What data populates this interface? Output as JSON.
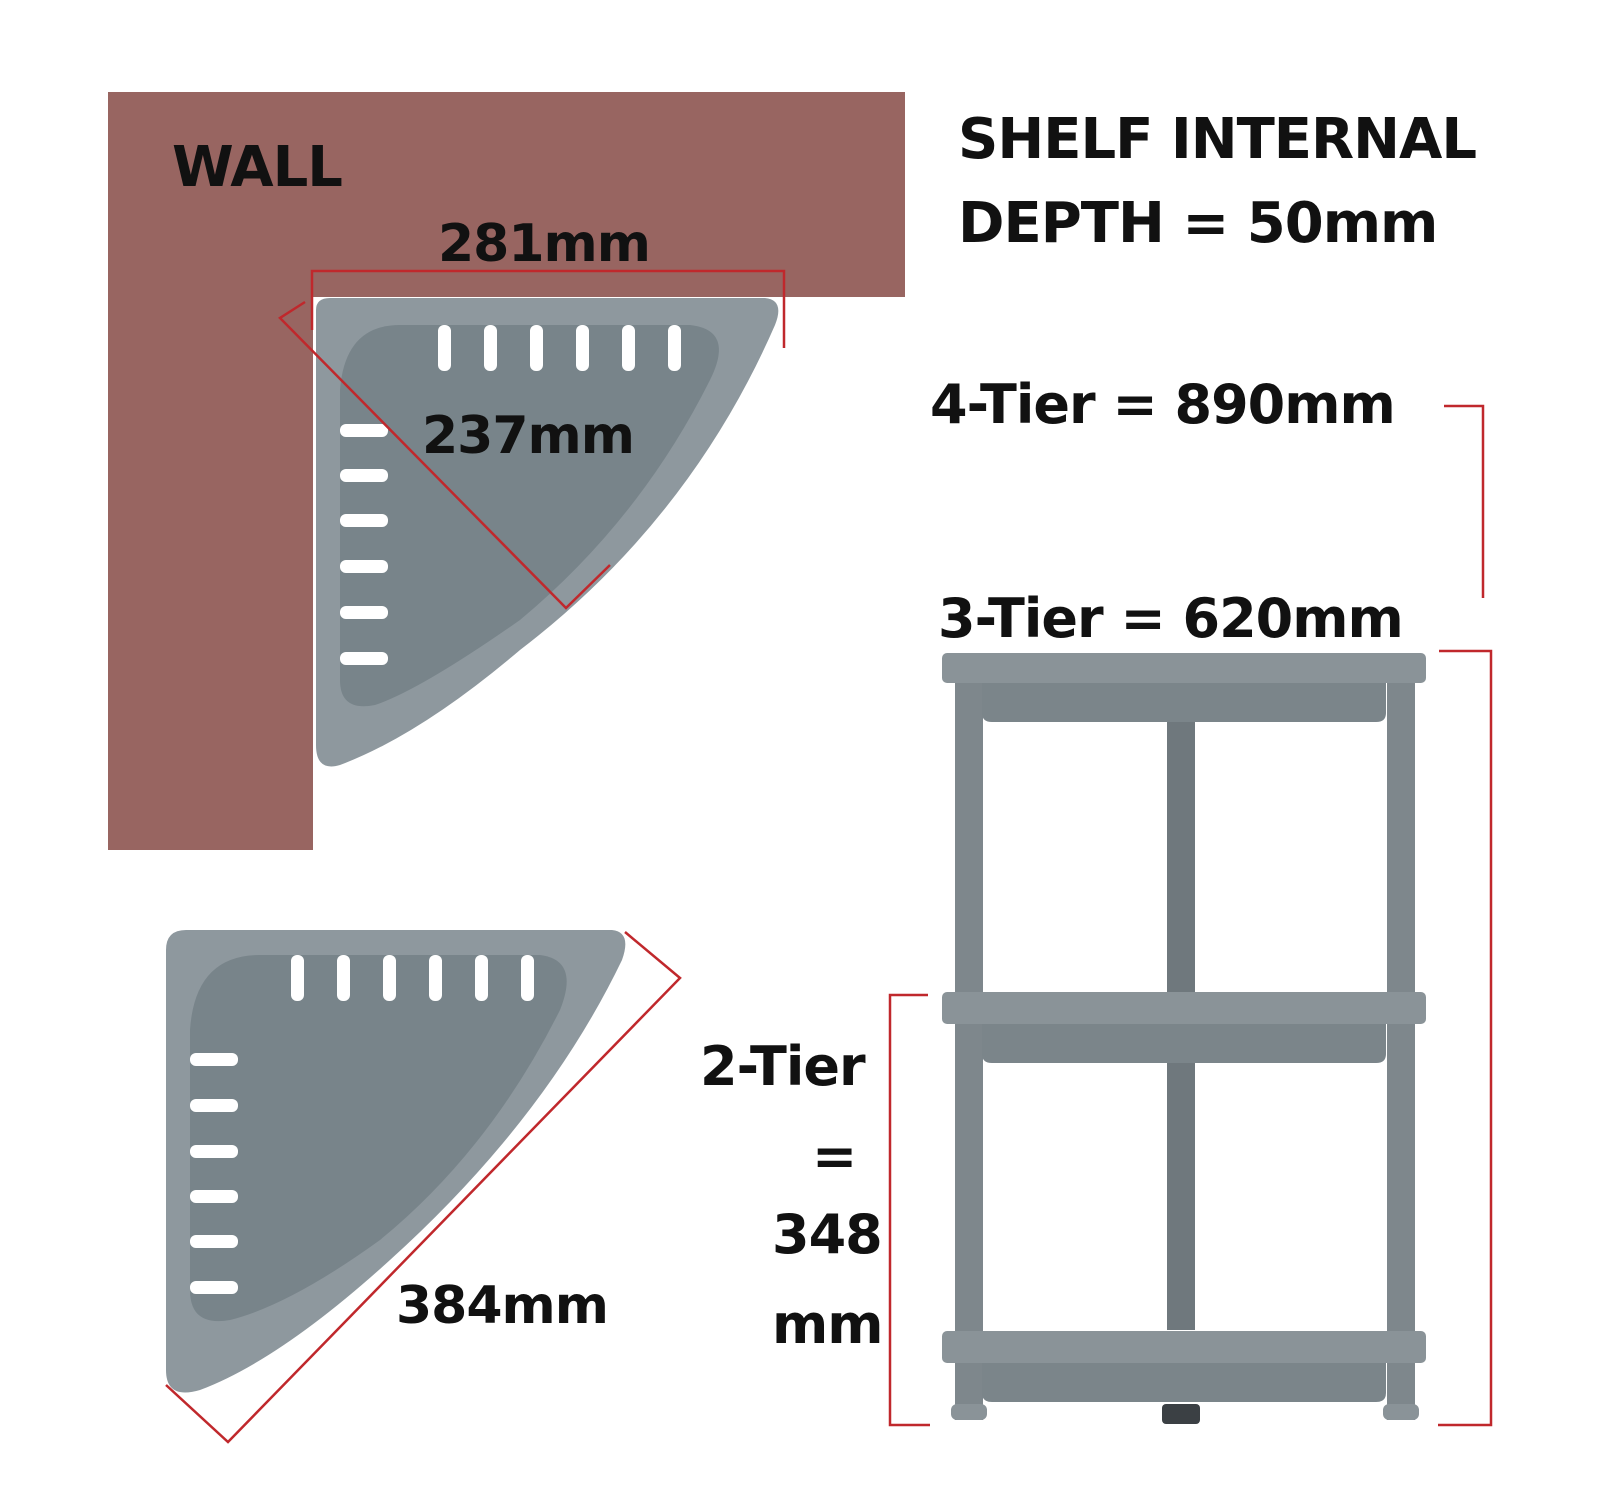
{
  "wall": {
    "label": "WALL",
    "color": "#986561"
  },
  "top_shelf": {
    "width_label": "281mm",
    "depth_label": "237mm"
  },
  "bottom_shelf": {
    "diagonal_label": "384mm"
  },
  "depth_note": {
    "line1": "SHELF INTERNAL",
    "line2": "DEPTH = 50mm"
  },
  "heights": {
    "four_tier": "4-Tier = 890mm",
    "three_tier": "3-Tier = 620mm",
    "two_tier": {
      "line1": "2-Tier",
      "line2": "=",
      "line3": "348",
      "line4": "mm"
    }
  },
  "colors": {
    "shelf": "#8e989e",
    "shelf_inner": "#7b868c",
    "dimension_line": "#c0282c",
    "text": "#111111"
  }
}
